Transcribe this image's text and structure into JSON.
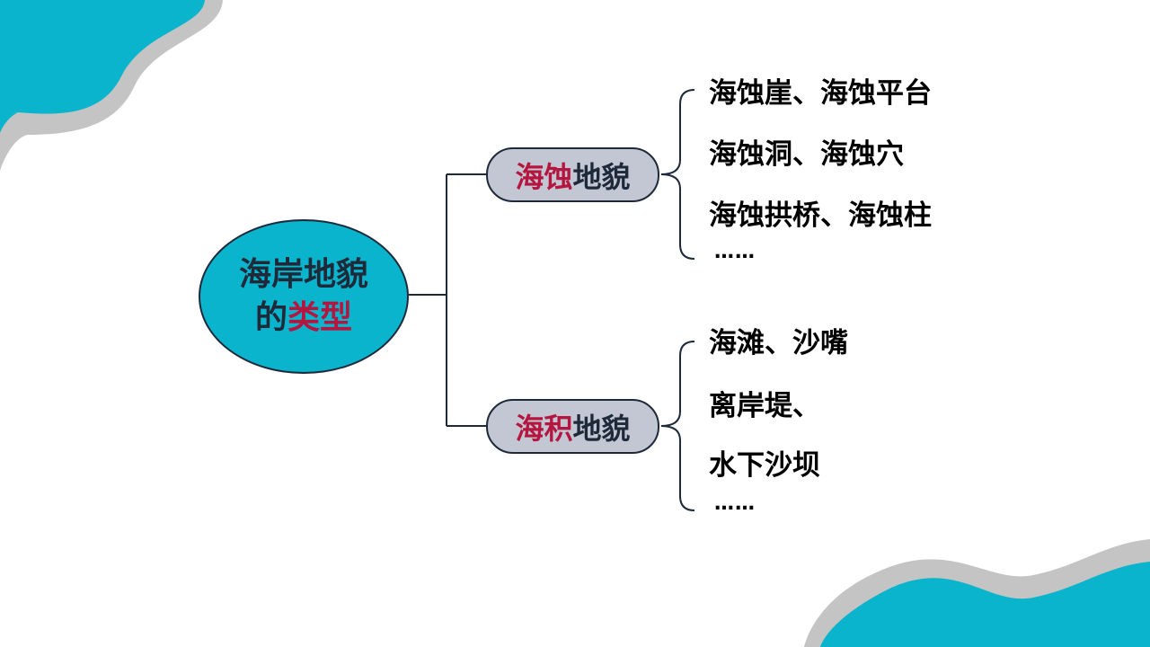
{
  "title": {
    "line1": "海岸地貌",
    "line2_prefix": "的",
    "line2_accent": "类型"
  },
  "branches": [
    {
      "accent": "海蚀",
      "rest": "地貌",
      "items": [
        "海蚀崖、海蚀平台",
        "海蚀洞、海蚀穴",
        "海蚀拱桥、海蚀柱"
      ],
      "more": "……"
    },
    {
      "accent": "海积",
      "rest": "地貌",
      "items": [
        "海滩、沙嘴",
        "离岸堤、",
        "水下沙坝"
      ],
      "more": "……"
    }
  ],
  "colors": {
    "teal": "#0ab4cc",
    "gray_wave": "#c4c4c4",
    "accent": "#b5163f",
    "node_fill": "#c3c7d3",
    "line": "#1e2a3a"
  }
}
